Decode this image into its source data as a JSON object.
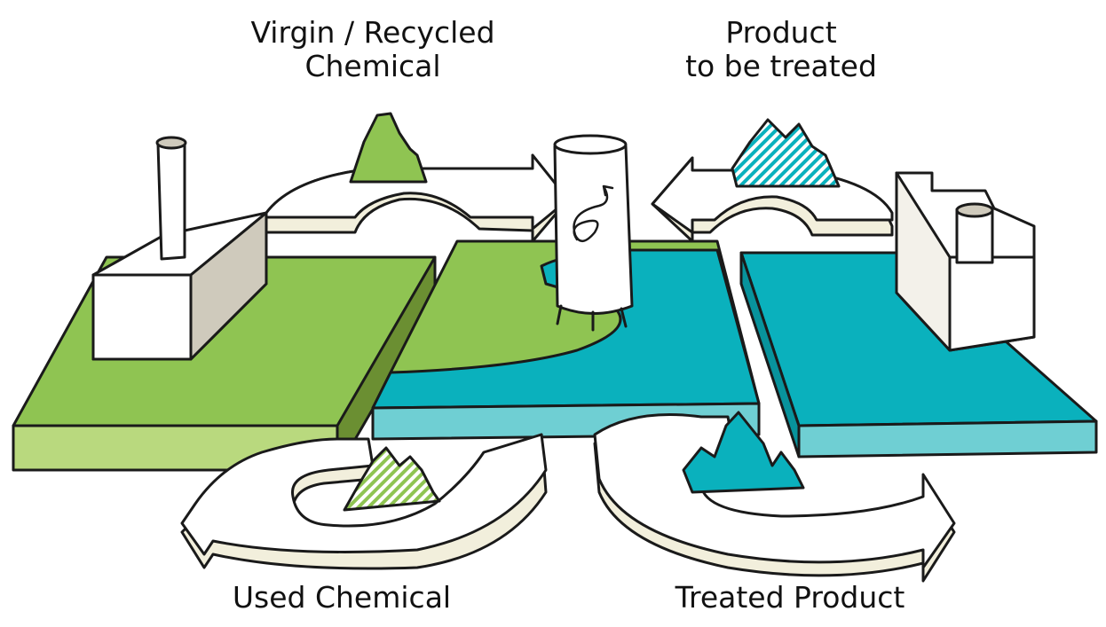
{
  "labels": {
    "virgin_line1": "Virgin / Recycled",
    "virgin_line2": "Chemical",
    "product_line1": "Product",
    "product_line2": "to be treated",
    "used": "Used Chemical",
    "treated": "Treated Product"
  },
  "colors": {
    "green": "#8fc452",
    "green_side": "#b9d97e",
    "green_dark": "#6b8f32",
    "teal": "#0ab1bd",
    "teal_side": "#6fcfd3",
    "teal_dark": "#08939c",
    "arrow": "#ffffff",
    "arrow_side": "#f2efdc",
    "outline": "#1a1a1a"
  }
}
